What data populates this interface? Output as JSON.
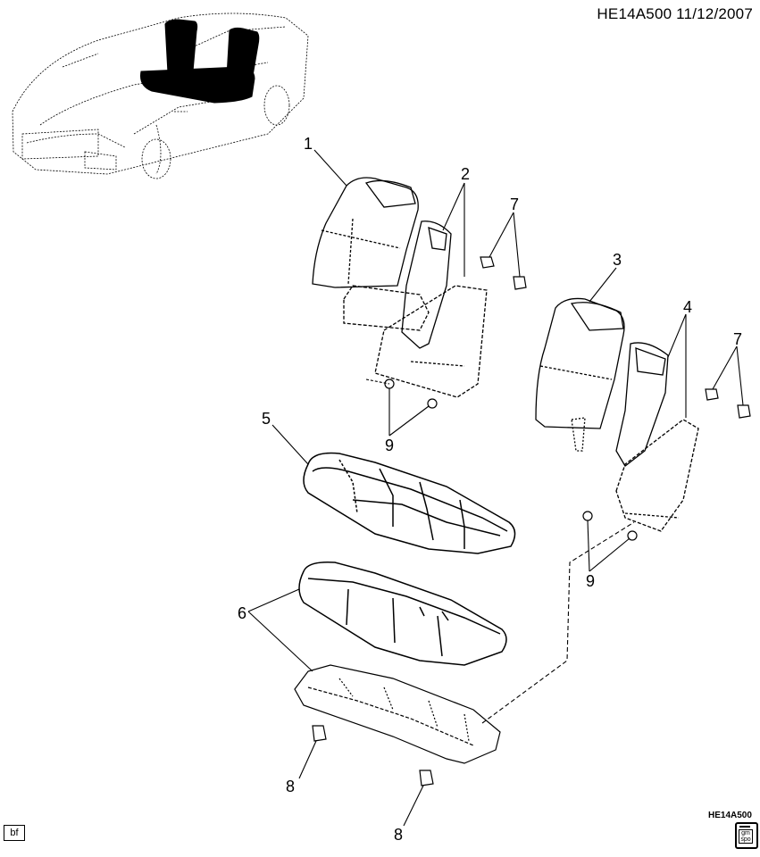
{
  "header": {
    "title": "HE14A500 11/12/2007"
  },
  "footer": {
    "ref_code": "HE14A500",
    "corner_tag": "bf"
  },
  "logo": {
    "top": "gm",
    "bottom": "spo"
  },
  "callouts": {
    "c1": "1",
    "c2": "2",
    "c3": "3",
    "c4": "4",
    "c5": "5",
    "c6": "6",
    "c7a": "7",
    "c7b": "7",
    "c8a": "8",
    "c8b": "8",
    "c9a": "9",
    "c9b": "9"
  },
  "colors": {
    "ink": "#000000",
    "paper": "#ffffff",
    "highlight": "#000000"
  }
}
